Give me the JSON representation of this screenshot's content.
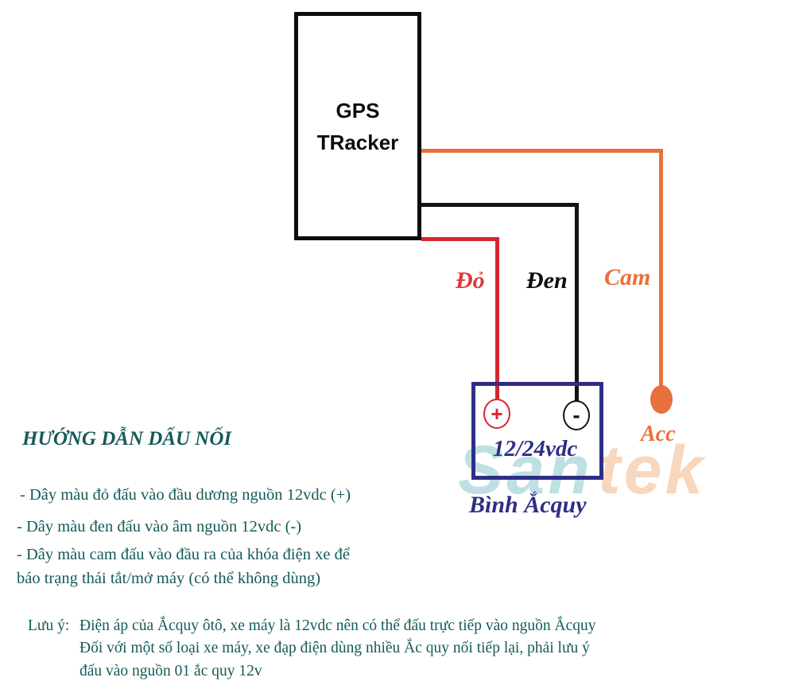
{
  "device": {
    "line1": "GPS",
    "line2": "TRacker"
  },
  "wires": {
    "red_label": "Đỏ",
    "black_label": "Đen",
    "orange_label": "Cam",
    "colors": {
      "red": "#d9252e",
      "black": "#121212",
      "orange": "#e8703a"
    }
  },
  "battery": {
    "plus_symbol": "+",
    "minus_symbol": "-",
    "voltage": "12/24vdc",
    "label": "Bình Ắcquy",
    "border_color": "#2e2e86"
  },
  "acc": {
    "label": "Acc"
  },
  "watermark": {
    "part1": "San",
    "part2": "tek"
  },
  "guide": {
    "heading": "HƯỚNG DẪN DẤU NỐI",
    "items": [
      "- Dây màu đỏ đấu vào đầu dương nguồn 12vdc (+)",
      "- Dây màu đen đấu vào âm nguồn 12vdc (-)",
      "- Dây màu cam đấu vào đầu ra của khóa điện xe để",
      "báo trạng thái tắt/mở máy (có thể không dùng)"
    ]
  },
  "note": {
    "prefix": "Lưu ý:",
    "line1": "Điện áp của Ắcquy ôtô, xe máy là 12vdc nên có thể đấu trực tiếp vào nguồn Ắcquy",
    "line2": "Đối với một số loại xe máy, xe đạp điện dùng nhiều Ắc quy nối tiếp lại, phải lưu ý",
    "line3": "đấu vào nguồn 01 ắc quy 12v"
  }
}
